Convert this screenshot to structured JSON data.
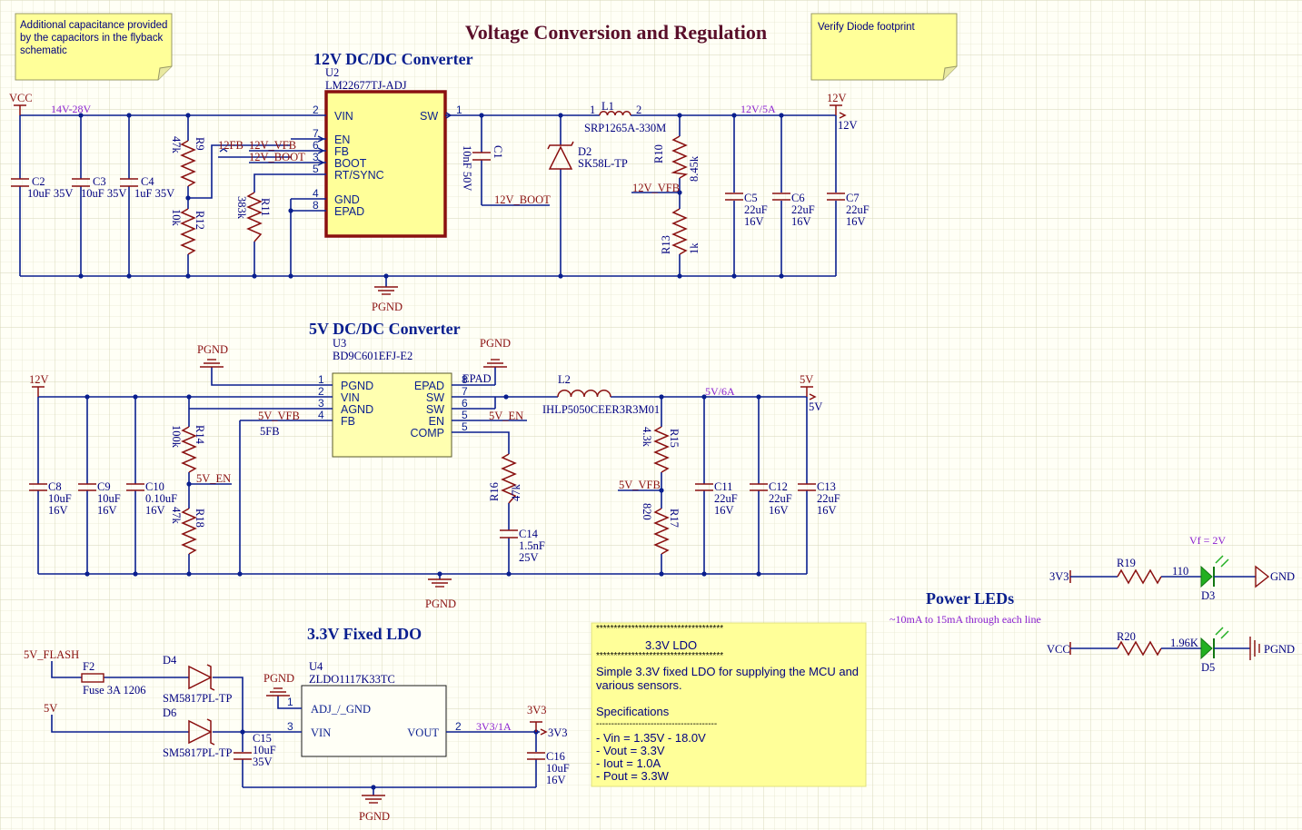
{
  "title": "Voltage Conversion and Regulation",
  "notes": {
    "left": [
      "Additional capacitance provided",
      "by the capacitors in the flyback",
      "schematic"
    ],
    "right": [
      "Verify Diode footprint"
    ]
  },
  "headings": {
    "conv12": "12V DC/DC Converter",
    "conv5": "5V DC/DC Converter",
    "ldo": "3.3V Fixed LDO",
    "leds": "Power LEDs",
    "leds_sub": "~10mA to 15mA through each line"
  },
  "s12": {
    "u2_ref": "U2",
    "u2_part": "LM22677TJ-ADJ",
    "pins_left": [
      {
        "num": "2",
        "name": "VIN"
      },
      {
        "num": "7",
        "name": "EN"
      },
      {
        "num": "6",
        "name": "FB"
      },
      {
        "num": "3",
        "name": "BOOT"
      },
      {
        "num": "5",
        "name": "RT/SYNC"
      },
      {
        "num": "4",
        "name": "GND"
      },
      {
        "num": "8",
        "name": "EPAD"
      }
    ],
    "pin_right": {
      "num": "1",
      "name": "SW"
    },
    "vcc": "VCC",
    "net_in": "14V-28V",
    "net_out": "12V/5A",
    "port_12v": "12V",
    "port_12v_side": "12V",
    "net_12fb": "12FB",
    "net_vfb": "12V_VFB",
    "net_boot": "12V_BOOT",
    "pgnd": "PGND",
    "l1": {
      "ref": "L1",
      "value": "SRP1265A-330M",
      "pin1": "1",
      "pin2": "2"
    },
    "d2": {
      "ref": "D2",
      "value": "SK58L-TP"
    },
    "c1": {
      "ref": "C1",
      "value": "10nF 50V"
    },
    "caps_in": [
      {
        "ref": "C2",
        "value": "10uF 35V"
      },
      {
        "ref": "C3",
        "value": "10uF 35V"
      },
      {
        "ref": "C4",
        "value": "1uF 35V"
      }
    ],
    "caps_out": [
      {
        "ref": "C5",
        "value": "22uF",
        "volt": "16V"
      },
      {
        "ref": "C6",
        "value": "22uF",
        "volt": "16V"
      },
      {
        "ref": "C7",
        "value": "22uF",
        "volt": "16V"
      }
    ],
    "r9": {
      "ref": "R9",
      "value": "47k"
    },
    "r12": {
      "ref": "R12",
      "value": "10k"
    },
    "r11": {
      "ref": "R11",
      "value": "383k"
    },
    "r10": {
      "ref": "R10",
      "value": "8.45k"
    },
    "r13": {
      "ref": "R13",
      "value": "1k"
    }
  },
  "s5": {
    "u3_ref": "U3",
    "u3_part": "BD9C601EFJ-E2",
    "pins_left": [
      {
        "num": "1",
        "name": "PGND"
      },
      {
        "num": "2",
        "name": "VIN"
      },
      {
        "num": "3",
        "name": "AGND"
      },
      {
        "num": "4",
        "name": "FB"
      }
    ],
    "pins_right": [
      {
        "num": "8",
        "name": "EPAD"
      },
      {
        "num": "7",
        "name": "SW"
      },
      {
        "num": "6",
        "name": "SW"
      },
      {
        "num": "5",
        "name": "EN"
      },
      {
        "num": "",
        "name": "COMP"
      }
    ],
    "pin_epad_label": "EPAD",
    "port_in": "12V",
    "port_out": "5V",
    "port_out_side": "5V",
    "net_out": "5V/6A",
    "net_vfb": "5V_VFB",
    "net_5fb": "5FB",
    "net_en": "5V_EN",
    "net_en2": "5V_EN",
    "net_vfb2": "5V_VFB",
    "pgnd": "PGND",
    "pgnd_top_left": "PGND",
    "pgnd_top_right": "PGND",
    "l2": {
      "ref": "L2",
      "value": "IHLP5050CEER3R3M01"
    },
    "caps_in": [
      {
        "ref": "C8",
        "value": "10uF",
        "volt": "16V"
      },
      {
        "ref": "C9",
        "value": "10uF",
        "volt": "16V"
      },
      {
        "ref": "C10",
        "value": "0.10uF",
        "volt": "16V"
      }
    ],
    "caps_out": [
      {
        "ref": "C11",
        "value": "22uF",
        "volt": "16V"
      },
      {
        "ref": "C12",
        "value": "22uF",
        "volt": "16V"
      },
      {
        "ref": "C13",
        "value": "22uF",
        "volt": "16V"
      }
    ],
    "c14": {
      "ref": "C14",
      "value": "1.5nF",
      "volt": "25V"
    },
    "r14": {
      "ref": "R14",
      "value": "100k"
    },
    "r18": {
      "ref": "R18",
      "value": "47k"
    },
    "r16": {
      "ref": "R16",
      "value": "47k"
    },
    "r15": {
      "ref": "R15",
      "value": "4.3k"
    },
    "r17": {
      "ref": "R17",
      "value": "820"
    }
  },
  "s33": {
    "u4_ref": "U4",
    "u4_part": "ZLDO1117K33TC",
    "pin_adj": {
      "num": "1",
      "name": "ADJ_/_GND"
    },
    "pin_vin": {
      "num": "3",
      "name": "VIN"
    },
    "pin_vout": {
      "num": "2",
      "name": "VOUT"
    },
    "port_flash": "5V_FLASH",
    "port_5v": "5V",
    "port_3v3": "3V3",
    "port_3v3_side": "3V3",
    "net_out": "3V3/1A",
    "f2": {
      "ref": "F2",
      "value": "Fuse 3A 1206"
    },
    "d4": {
      "ref": "D4",
      "value": "SM5817PL-TP"
    },
    "d6": {
      "ref": "D6",
      "value": "SM5817PL-TP"
    },
    "c15": {
      "ref": "C15",
      "value": "10uF",
      "volt": "35V"
    },
    "c16": {
      "ref": "C16",
      "value": "10uF",
      "volt": "16V"
    },
    "pgnd": "PGND",
    "pgnd_bottom": "PGND"
  },
  "ldo_box": {
    "stars": "************************************",
    "heading": "3.3V LDO",
    "desc": [
      "Simple 3.3V fixed LDO for supplying the MCU and",
      "various sensors."
    ],
    "spec_title": "Specifications",
    "dashes": "----------------------------------------",
    "specs": [
      "- Vin = 1.35V - 18.0V",
      "- Vout = 3.3V",
      "- Iout = 1.0A",
      "- Pout = 3.3W"
    ]
  },
  "leds": {
    "vf": "Vf = 2V",
    "row1": {
      "port": "3V3",
      "r_ref": "R19",
      "r_val": "110",
      "d_ref": "D3",
      "gnd": "GND"
    },
    "row2": {
      "port": "VCC",
      "r_ref": "R20",
      "r_val": "1.96K",
      "d_ref": "D5",
      "gnd": "PGND"
    }
  },
  "colors": {
    "wire": "#0a1f8f",
    "component": "#8a1010",
    "ic_fill_u2": "#ffff99",
    "ic_fill_u3": "#ffffb0",
    "note_fill": "#ffff99",
    "led_green": "#22b022",
    "net_purple": "#8a1fd0"
  }
}
